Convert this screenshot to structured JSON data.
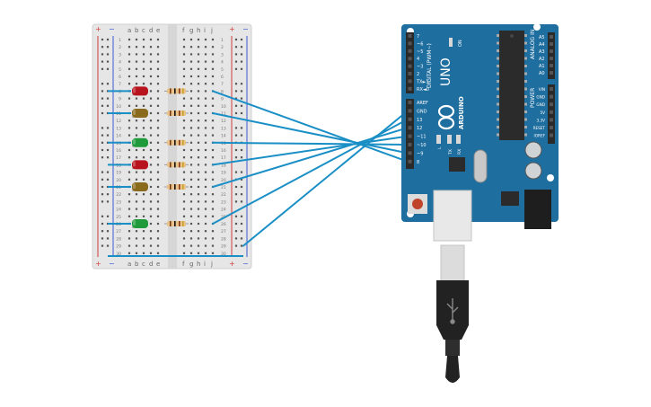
{
  "breadboard": {
    "column_labels_left": [
      "a",
      "b",
      "c",
      "d",
      "e"
    ],
    "column_labels_right": [
      "f",
      "g",
      "h",
      "i",
      "j"
    ],
    "row_numbers": [
      "1",
      "2",
      "3",
      "4",
      "5",
      "6",
      "7",
      "8",
      "9",
      "10",
      "11",
      "12",
      "13",
      "14",
      "15",
      "16",
      "17",
      "18",
      "19",
      "20",
      "21",
      "22",
      "23",
      "24",
      "25",
      "26",
      "27",
      "28",
      "29",
      "30"
    ],
    "rail_plus": "+",
    "rail_minus": "−"
  },
  "leds": [
    {
      "row": 8,
      "color": "red"
    },
    {
      "row": 11,
      "color": "yellow"
    },
    {
      "row": 15,
      "color": "green"
    },
    {
      "row": 18,
      "color": "red"
    },
    {
      "row": 21,
      "color": "yellow"
    },
    {
      "row": 26,
      "color": "green"
    }
  ],
  "led_colors": {
    "red": "#b8141e",
    "yellow": "#8a6a1c",
    "green": "#1f9a3a"
  },
  "wire_color": "#1a8fc6",
  "wires": [
    {
      "from_row": 8,
      "to_pin": "8"
    },
    {
      "from_row": 11,
      "to_pin": "9"
    },
    {
      "from_row": 15,
      "to_pin": "10"
    },
    {
      "from_row": 18,
      "to_pin": "11"
    },
    {
      "from_row": 21,
      "to_pin": "12"
    },
    {
      "from_row": 26,
      "to_pin": "13"
    },
    {
      "from_row": 29,
      "to_pin": "GND"
    }
  ],
  "arduino": {
    "color": "#1f6ea0",
    "logo": "UNO",
    "brand": "ARDUINO",
    "digital_label": "DIGITAL (PWM~)",
    "analog_label": "ANALOG IN",
    "power_label": "POWER",
    "on_label": "ON",
    "tx_label": "TX",
    "rx_label": "RX",
    "l_label": "L",
    "digital_pins_top": [
      "RX◄0",
      "TX►1",
      "2",
      "~3",
      "4",
      "~5",
      "~6",
      "7"
    ],
    "digital_pins_bottom": [
      "8",
      "~9",
      "~10",
      "~11",
      "12",
      "13",
      "GND",
      "AREF"
    ],
    "analog_pins": [
      "A5",
      "A4",
      "A3",
      "A2",
      "A1",
      "A0"
    ],
    "power_pins": [
      "VIN",
      "GND",
      "GND",
      "5V",
      "3.3V",
      "RESET",
      "IOREF"
    ]
  }
}
